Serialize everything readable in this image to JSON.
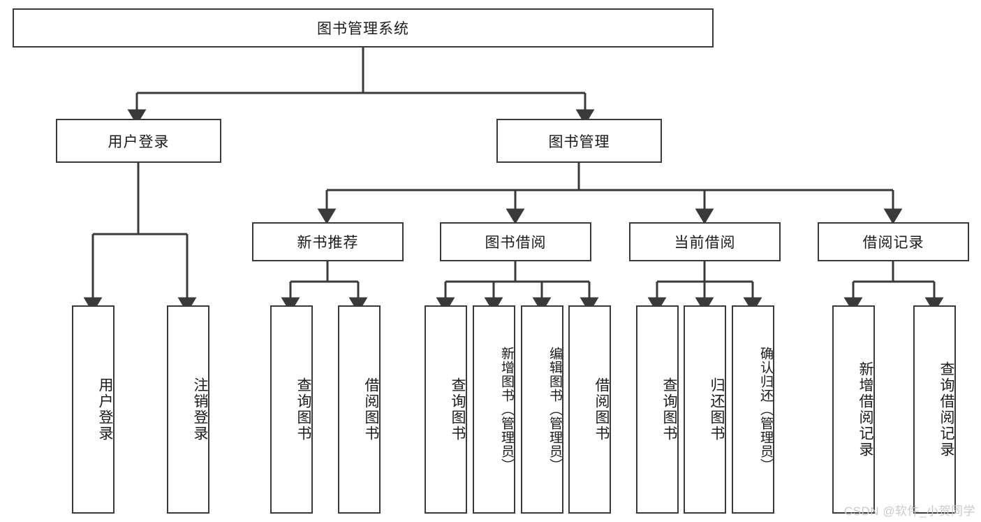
{
  "diagram": {
    "type": "tree-hierarchy-chart",
    "title": "图书管理系统",
    "watermark": "CSDN @软件_小贺同学",
    "colors": {
      "box_border": "#3a3a3a",
      "box_fill": "#ffffff",
      "line": "#3a3a3a",
      "text": "#1b1b1b",
      "watermark": "#c9c9c9",
      "background": "#ffffff"
    },
    "root": {
      "id": "root",
      "label": "图书管理系统"
    },
    "level2": [
      {
        "id": "user-login",
        "label": "用户登录"
      },
      {
        "id": "book-management",
        "label": "图书管理"
      }
    ],
    "level3": [
      {
        "id": "new-book-recommend",
        "label": "新书推荐",
        "parent": "book-management"
      },
      {
        "id": "book-borrow",
        "label": "图书借阅",
        "parent": "book-management"
      },
      {
        "id": "current-borrow",
        "label": "当前借阅",
        "parent": "book-management"
      },
      {
        "id": "borrow-record",
        "label": "借阅记录",
        "parent": "book-management"
      }
    ],
    "leaves": [
      {
        "id": "leaf-user-login",
        "label": "用户登录",
        "parent": "user-login"
      },
      {
        "id": "leaf-user-logout",
        "label": "注销登录",
        "parent": "user-login"
      },
      {
        "id": "leaf-query-book-1",
        "label": "查询图书",
        "parent": "new-book-recommend"
      },
      {
        "id": "leaf-borrow-book-1",
        "label": "借阅图书",
        "parent": "new-book-recommend"
      },
      {
        "id": "leaf-query-book-2",
        "label": "查询图书",
        "parent": "book-borrow"
      },
      {
        "id": "leaf-add-book",
        "label": "新增图书（管理员）",
        "parent": "book-borrow"
      },
      {
        "id": "leaf-edit-book",
        "label": "编辑图书（管理员）",
        "parent": "book-borrow"
      },
      {
        "id": "leaf-borrow-book-2",
        "label": "借阅图书",
        "parent": "book-borrow"
      },
      {
        "id": "leaf-query-book-3",
        "label": "查询图书",
        "parent": "current-borrow"
      },
      {
        "id": "leaf-return-book",
        "label": "归还图书",
        "parent": "current-borrow"
      },
      {
        "id": "leaf-confirm-return",
        "label": "确认归还（管理员）",
        "parent": "current-borrow"
      },
      {
        "id": "leaf-add-record",
        "label": "新增借阅记录",
        "parent": "borrow-record"
      },
      {
        "id": "leaf-query-record",
        "label": "查询借阅记录",
        "parent": "borrow-record"
      }
    ]
  }
}
